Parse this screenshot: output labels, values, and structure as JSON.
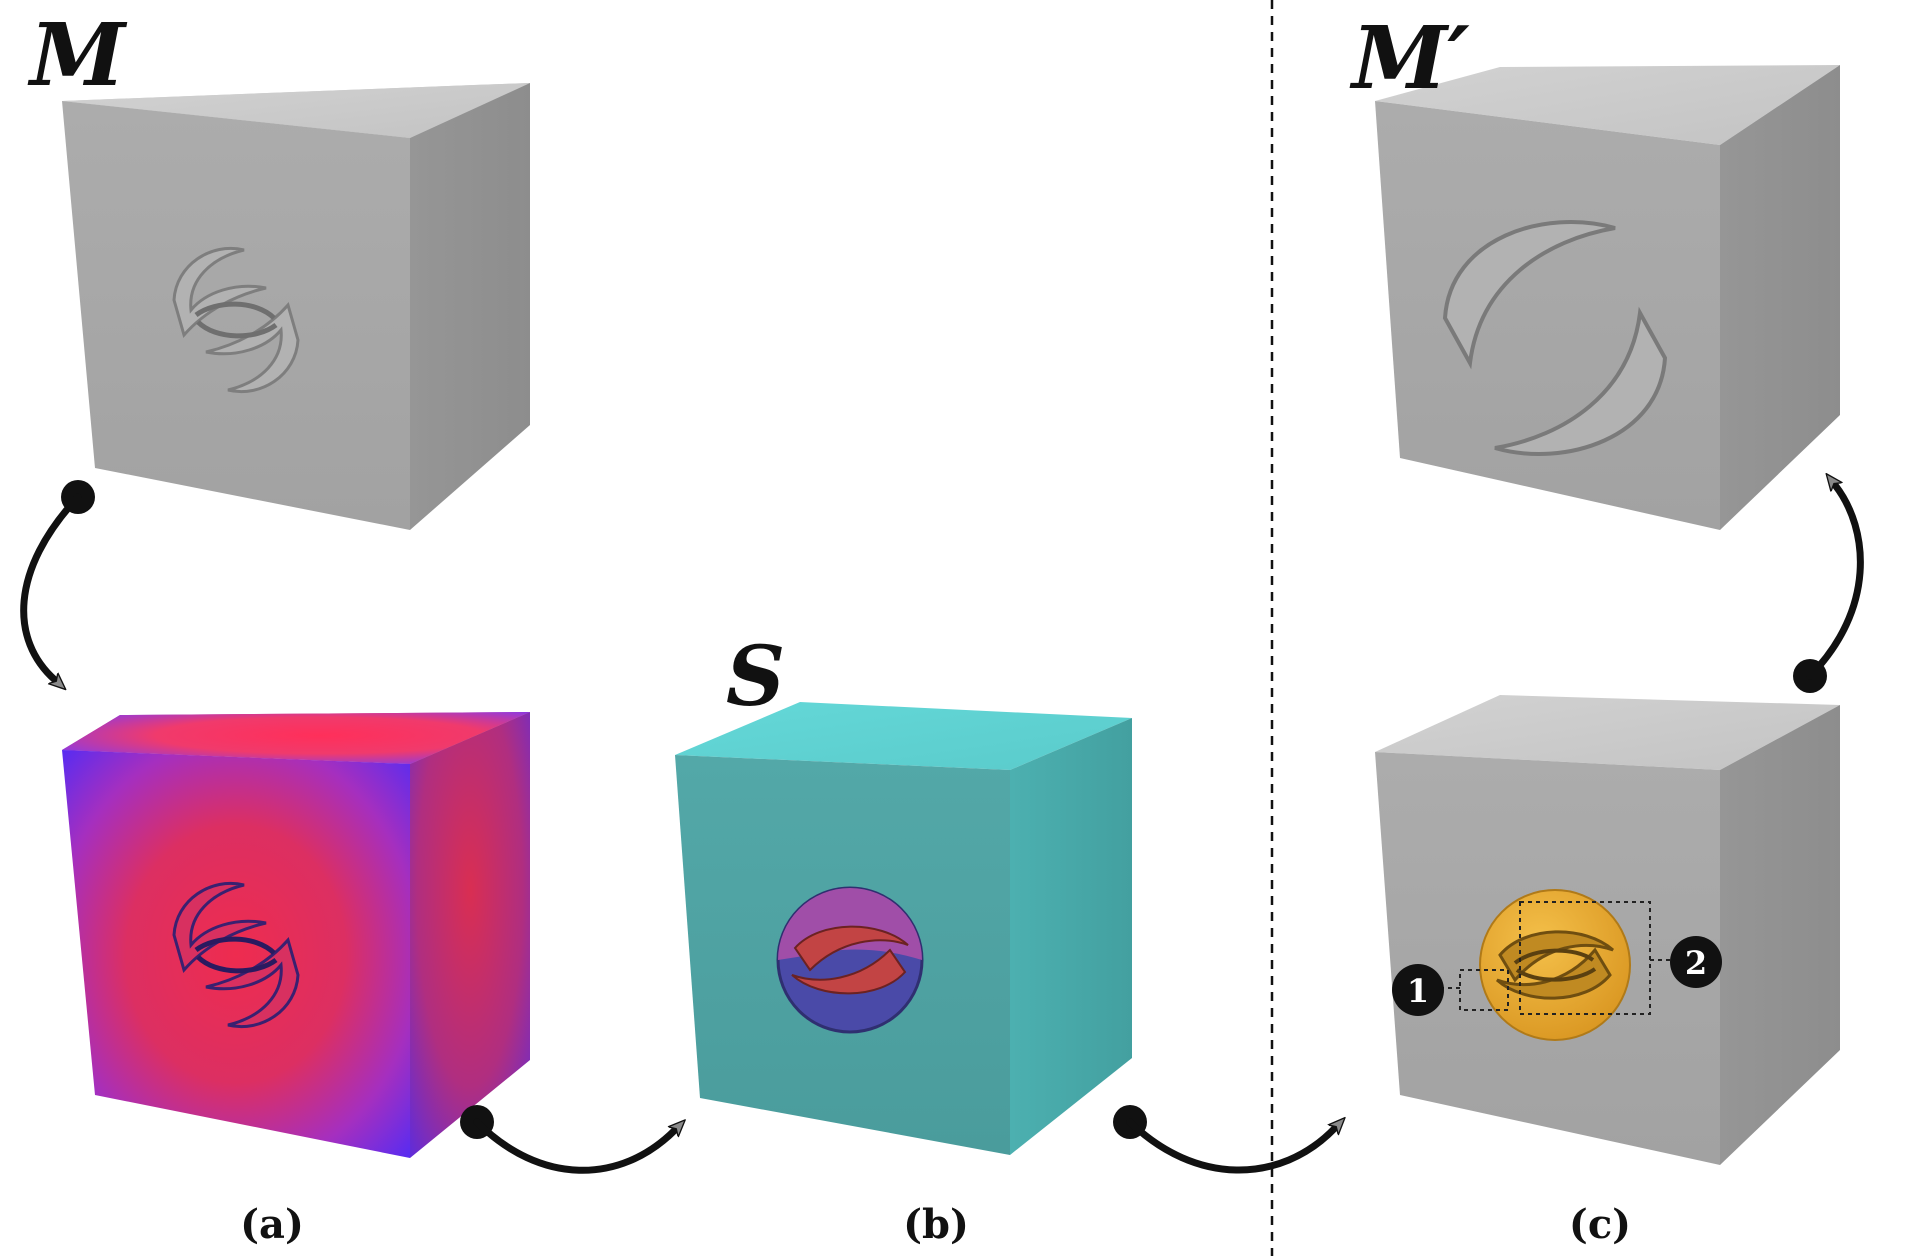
{
  "labels": {
    "m": "M",
    "m_prime": "M′",
    "s": "S"
  },
  "captions": {
    "a": "(a)",
    "b": "(b)",
    "c": "(c)"
  },
  "badges": {
    "one": "1",
    "two": "2"
  },
  "colors": {
    "gray_top": "#c9c9c9",
    "gray_front": "#a6a6a6",
    "gray_side": "#939393",
    "teal_top": "#5fd3d3",
    "teal_front": "#4ea2a2",
    "teal_side": "#48a7a7",
    "heat_red": "#ee2c4f",
    "heat_blue": "#5a2cf0",
    "logo_purple": "#a04ea8",
    "logo_red": "#c24444",
    "logo_blue": "#4a4aa8",
    "logo_gold": "#e4a22e",
    "arrow_black": "#111111",
    "arrow_head": "#8a8a8a"
  }
}
